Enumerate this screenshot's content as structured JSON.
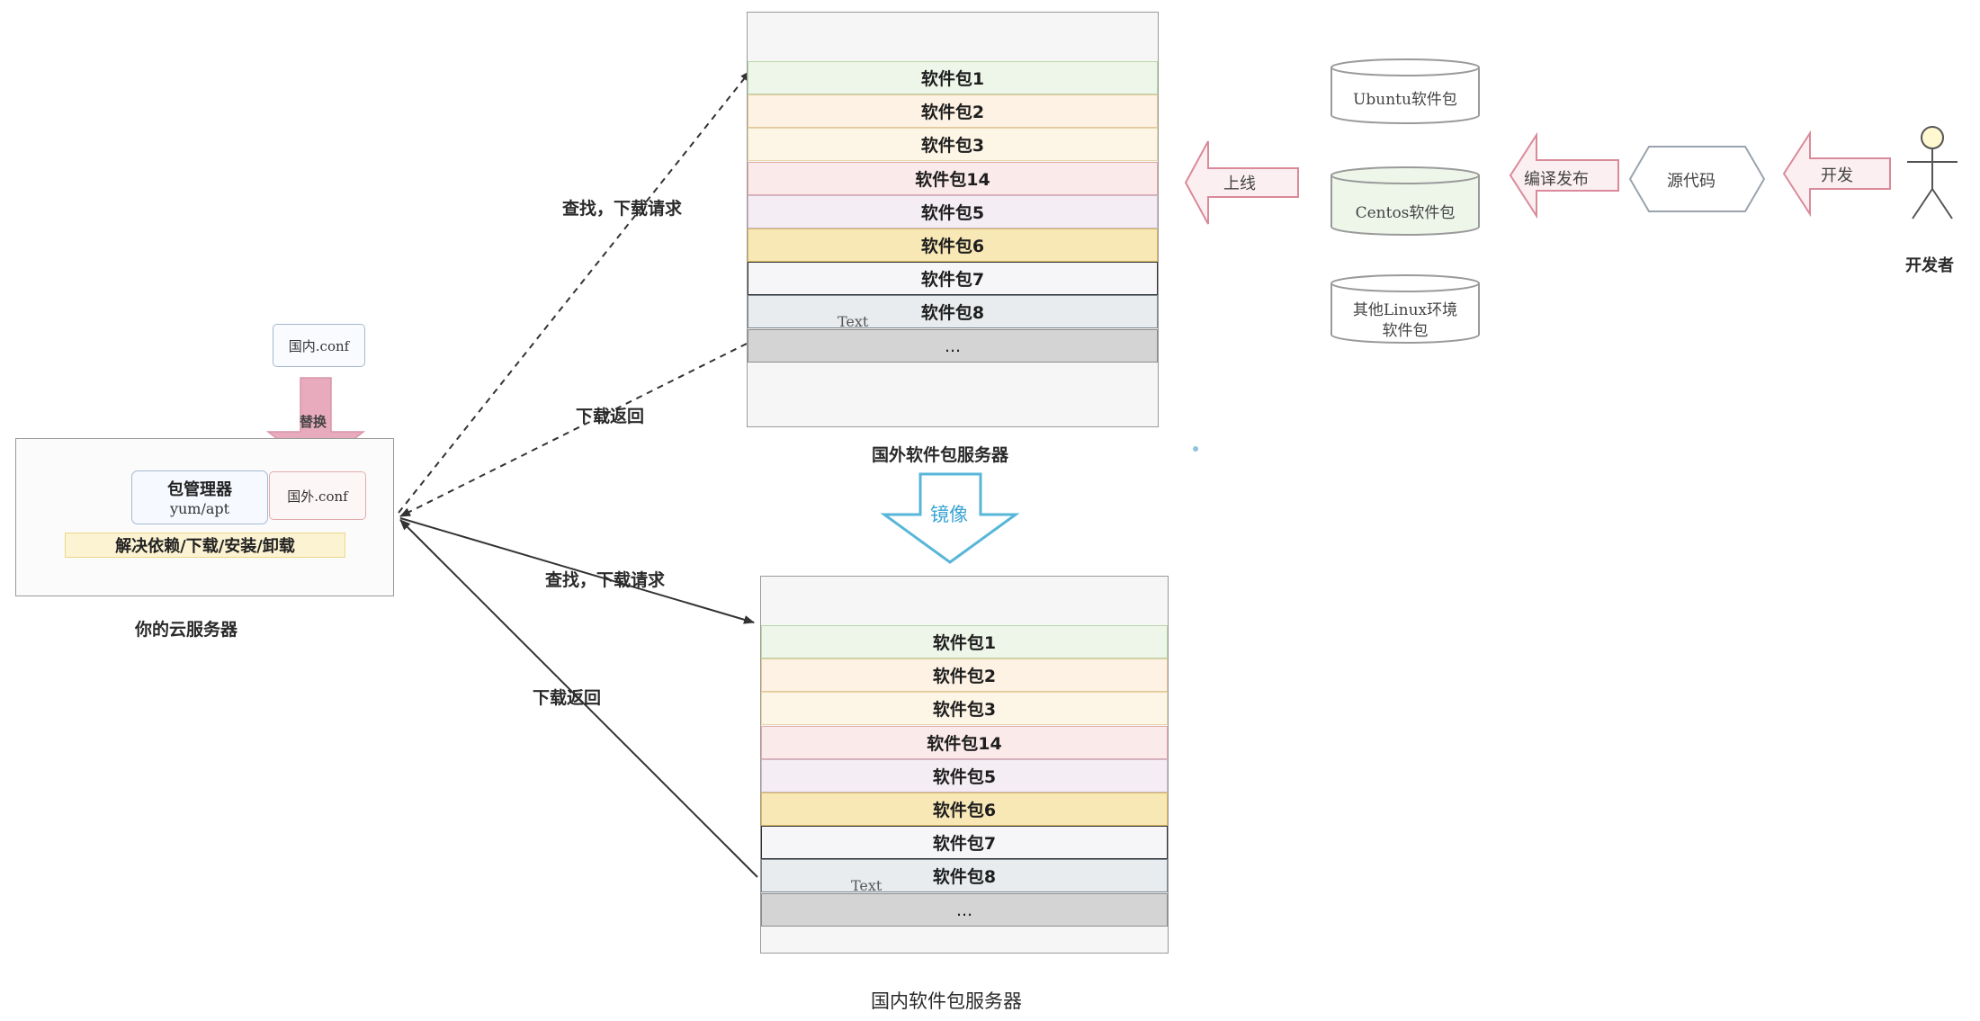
{
  "left_server": {
    "title": "你的云服务器",
    "pkg_manager_title": "包管理器",
    "pkg_manager_sub": "yum/apt",
    "foreign_conf": "国外.conf",
    "functions": "解决依赖/下载/安装/卸载",
    "domestic_conf": "国内.conf",
    "replace_label": "替换"
  },
  "foreign_server": {
    "title": "国外软件包服务器",
    "packages": [
      "软件包1",
      "软件包2",
      "软件包3",
      "软件包14",
      "软件包5",
      "软件包6",
      "软件包7",
      "软件包8",
      "..."
    ],
    "handwritten": "Text"
  },
  "domestic_server": {
    "title": "国内软件包服务器",
    "packages": [
      "软件包1",
      "软件包2",
      "软件包3",
      "软件包14",
      "软件包5",
      "软件包6",
      "软件包7",
      "软件包8",
      "..."
    ],
    "handwritten": "Text"
  },
  "mirror_label": "镜像",
  "edges": {
    "foreign_request": "查找，下载请求",
    "foreign_return": "下载返回",
    "domestic_request": "查找，下载请求",
    "domestic_return": "下载返回"
  },
  "distros": {
    "ubuntu": "Ubuntu软件包",
    "centos": "Centos软件包",
    "other_line1": "其他Linux环境",
    "other_line2": "软件包"
  },
  "pipeline": {
    "online": "上线",
    "compile": "编译发布",
    "source": "源代码",
    "develop": "开发",
    "developer": "开发者"
  },
  "colors": {
    "mirror_arrow": "#58b6d8",
    "replace_arrow": "#e6a3b6",
    "pipeline_arrow": "#d98a9a"
  }
}
